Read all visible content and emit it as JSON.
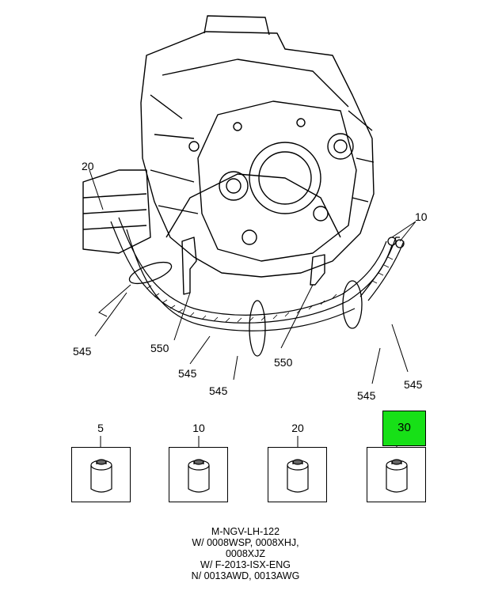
{
  "callouts": {
    "c20": "20",
    "c10": "10",
    "c545_left": "545",
    "c550_left": "550",
    "c545_bottom_left": "545",
    "c545_bottom_center": "545",
    "c550_right": "550",
    "c545_bottom_right": "545",
    "c545_far_right": "545"
  },
  "parts": [
    {
      "label": "5"
    },
    {
      "label": "10"
    },
    {
      "label": "20"
    },
    {
      "label": "30",
      "highlighted": true
    }
  ],
  "colors": {
    "highlight": "#17e017"
  },
  "footnote": {
    "line1": "M-NGV-LH-122",
    "line2": "W/ 0008WSP, 0008XHJ,",
    "line3": "0008XJZ",
    "line4": "W/ F-2013-ISX-ENG",
    "line5": "N/ 0013AWD, 0013AWG"
  }
}
